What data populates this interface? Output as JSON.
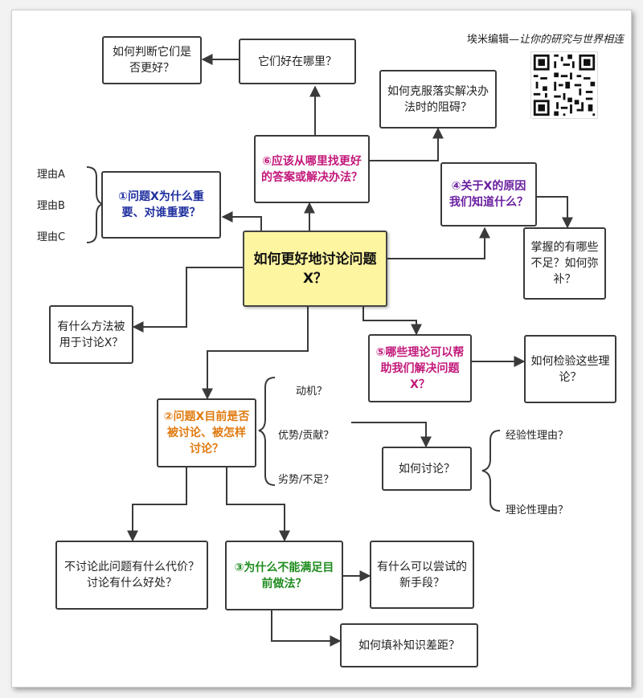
{
  "brand": {
    "name": "埃米编辑",
    "separator": "—",
    "slogan": "让你的研究与世界相连"
  },
  "center": "如何更好地讨论问题X？",
  "q1": {
    "text": "①问题X为什么重要、对谁重要？",
    "color": "#1f2f9f"
  },
  "reasons": [
    "理由A",
    "理由B",
    "理由C"
  ],
  "q6": {
    "text": "⑥应该从哪里找更好的答案或解决办法？",
    "color": "#c2187a"
  },
  "good_where": "它们好在哪里？",
  "judge_better": "如何判断它们是否更好？",
  "overcome": "如何克服落实解决办法时的阻碍？",
  "q4": {
    "text": "④关于X的原因我们知道什么？",
    "color": "#6a1fa0"
  },
  "grasp": "掌握的有哪些不足？如何弥补？",
  "methods": "有什么方法被用于讨论X？",
  "q5": {
    "text": "⑤哪些理论可以帮助我们解决问题X？",
    "color": "#c2187a"
  },
  "verify": "如何检验这些理论？",
  "q2": {
    "text": "②问题X目前是否被讨论、被怎样讨论？",
    "color": "#e07b10"
  },
  "q2_aspects": [
    "动机？",
    "优势/贡献？",
    "劣势/不足？"
  ],
  "how_discuss": "如何讨论？",
  "reason_types": [
    "经验性理由？",
    "理论性理由？"
  ],
  "cost": "不讨论此问题有什么代价？讨论有什么好处？",
  "q3": {
    "text": "③为什么不能满足目前做法？",
    "color": "#1e8c1e"
  },
  "new_means": "有什么可以尝试的新手段？",
  "fill_gap": "如何填补知识差距？",
  "colors": {
    "border": "#3a3a3a",
    "center_fill": "#fef5a0",
    "line": "#3a3a3a"
  },
  "qr_icon": "qr-code-icon"
}
